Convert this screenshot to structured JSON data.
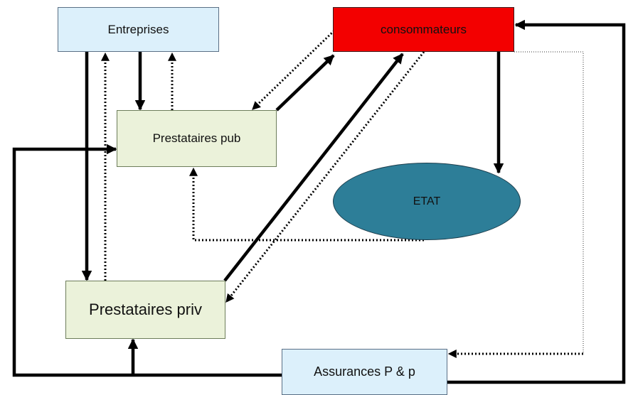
{
  "nodes": {
    "entreprises": "Entreprises",
    "consommateurs": "consommateurs",
    "prestataires_pub": "Prestataires pub",
    "prestataires_priv": "Prestataires priv",
    "etat": "ETAT",
    "assurances": "Assurances P & p"
  },
  "links": [
    {
      "id": "entreprises-to-priv",
      "from": "Entreprises",
      "to": "Prestataires priv",
      "style": "solid"
    },
    {
      "id": "priv-to-entreprises",
      "from": "Prestataires priv",
      "to": "Entreprises",
      "style": "dotted"
    },
    {
      "id": "entreprises-to-pub",
      "from": "Entreprises",
      "to": "Prestataires pub",
      "style": "solid"
    },
    {
      "id": "pub-to-entreprises",
      "from": "Prestataires pub",
      "to": "Entreprises",
      "style": "dotted"
    },
    {
      "id": "pub-to-conso",
      "from": "Prestataires pub",
      "to": "consommateurs",
      "style": "solid"
    },
    {
      "id": "conso-to-pub",
      "from": "consommateurs",
      "to": "Prestataires pub",
      "style": "dotted"
    },
    {
      "id": "priv-to-conso",
      "from": "Prestataires priv",
      "to": "consommateurs",
      "style": "solid"
    },
    {
      "id": "conso-to-priv",
      "from": "consommateurs",
      "to": "Prestataires priv",
      "style": "dotted"
    },
    {
      "id": "conso-to-etat",
      "from": "consommateurs",
      "to": "ETAT",
      "style": "solid"
    },
    {
      "id": "etat-to-pub",
      "from": "ETAT",
      "to": "Prestataires pub",
      "style": "dotted"
    },
    {
      "id": "conso-to-assurances",
      "from": "consommateurs",
      "to": "Assurances P & p",
      "style": "dotted"
    },
    {
      "id": "assurances-to-conso",
      "from": "Assurances P & p",
      "to": "consommateurs",
      "style": "solid"
    },
    {
      "id": "assurances-to-pub",
      "from": "Assurances P & p",
      "to": "Prestataires pub",
      "style": "solid"
    },
    {
      "id": "assurances-to-priv",
      "from": "Assurances P & p",
      "to": "Prestataires priv",
      "style": "solid"
    }
  ],
  "colors": {
    "light_blue": "#dcf0fb",
    "red": "#f30000",
    "light_green": "#ebf2da",
    "teal": "#2d7e98",
    "line": "#000000"
  }
}
